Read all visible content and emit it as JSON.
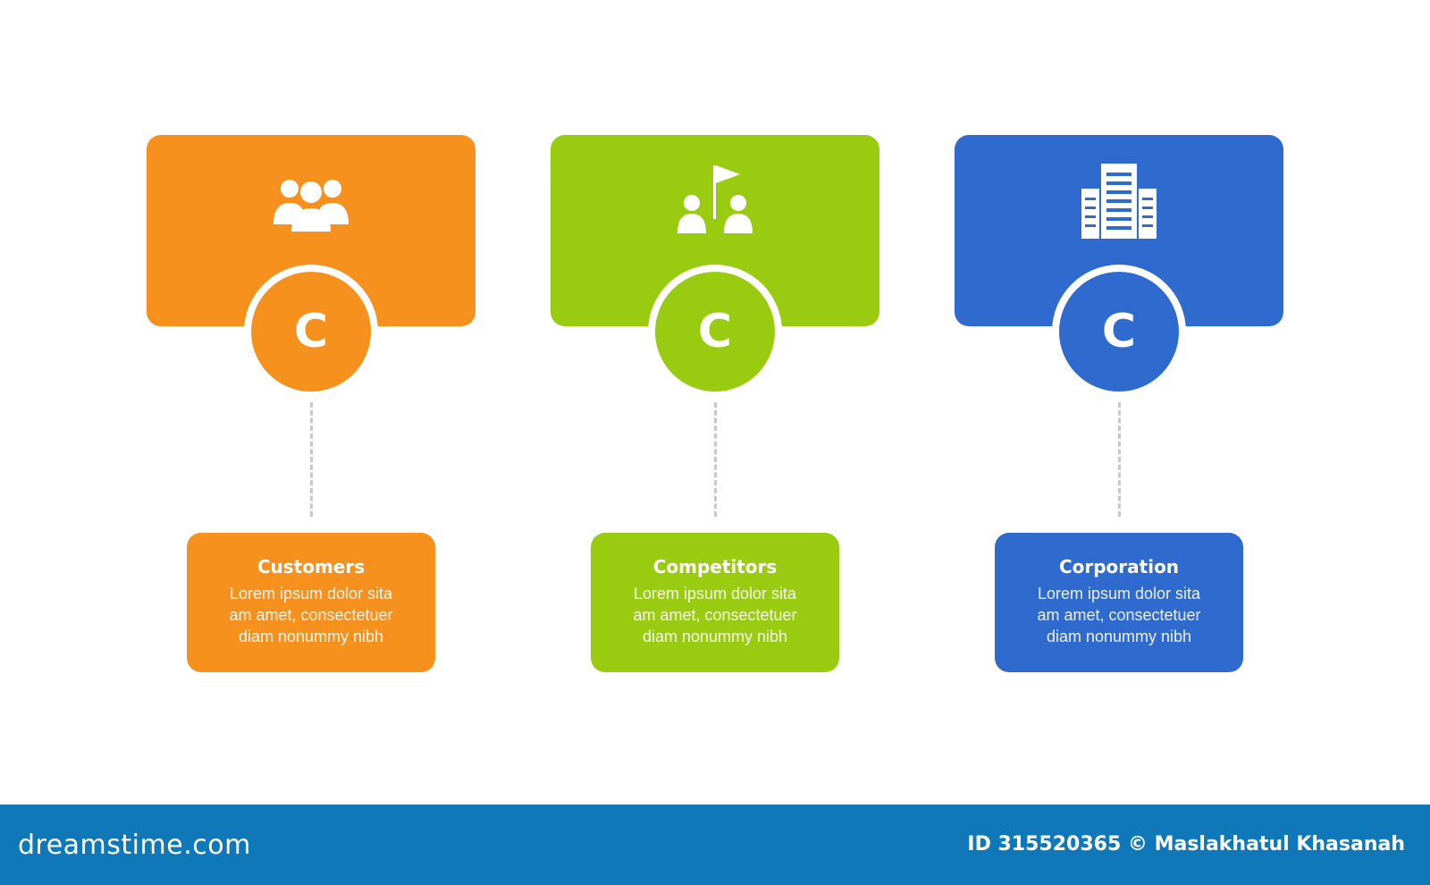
{
  "items": [
    {
      "icon": "group-people-icon",
      "badge_letter": "C",
      "title": "Customers",
      "body": "Lorem ipsum dolor sita\nam amet, consectetuer\ndiam nonummy  nibh",
      "color": "#f6911e"
    },
    {
      "icon": "flag-and-people-icon",
      "badge_letter": "C",
      "title": "Competitors",
      "body": "Lorem ipsum dolor sita\nam amet, consectetuer\ndiam nonummy  nibh",
      "color": "#99cc11"
    },
    {
      "icon": "office-building-icon",
      "badge_letter": "C",
      "title": "Corporation",
      "body": "Lorem ipsum dolor sita\nam amet, consectetuer\ndiam nonummy  nibh",
      "color": "#2f6bcf"
    }
  ],
  "footer": {
    "logo": "dreamstime.com",
    "credit": "ID 315520365 © Maslakhatul Khasanah",
    "color": "#0e78b8"
  }
}
